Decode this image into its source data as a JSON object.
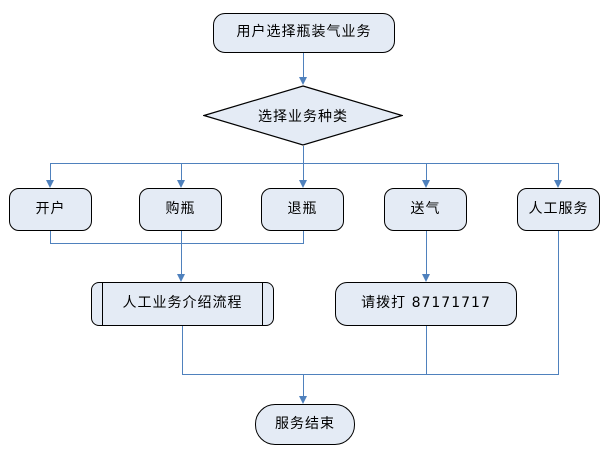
{
  "flowchart": {
    "colors": {
      "background": "#ffffff",
      "node_fill": "#e4ebf5",
      "node_border": "#000000",
      "connector": "#4f81bd",
      "text": "#000000"
    },
    "nodes": {
      "start": {
        "label": "用户选择瓶装气业务",
        "shape": "rounded-rectangle"
      },
      "decision": {
        "label": "选择业务种类",
        "shape": "diamond"
      },
      "open_account": {
        "label": "开户",
        "shape": "rounded-rectangle"
      },
      "buy_bottle": {
        "label": "购瓶",
        "shape": "rounded-rectangle"
      },
      "return_bottle": {
        "label": "退瓶",
        "shape": "rounded-rectangle"
      },
      "deliver_gas": {
        "label": "送气",
        "shape": "rounded-rectangle"
      },
      "manual_service": {
        "label": "人工服务",
        "shape": "rounded-rectangle"
      },
      "manual_intro": {
        "label": "人工业务介绍流程",
        "shape": "predefined-process"
      },
      "call_hotline": {
        "label": "请拨打 87171717",
        "shape": "rounded-rectangle"
      },
      "end": {
        "label": "服务结束",
        "shape": "terminator"
      }
    },
    "edges": [
      {
        "from": "start",
        "to": "decision",
        "arrow": true
      },
      {
        "from": "decision",
        "to": "open_account",
        "arrow": true
      },
      {
        "from": "decision",
        "to": "buy_bottle",
        "arrow": true
      },
      {
        "from": "decision",
        "to": "return_bottle",
        "arrow": true
      },
      {
        "from": "decision",
        "to": "deliver_gas",
        "arrow": true
      },
      {
        "from": "decision",
        "to": "manual_service",
        "arrow": true
      },
      {
        "from": "open_account",
        "to": "manual_intro",
        "arrow": true
      },
      {
        "from": "buy_bottle",
        "to": "manual_intro",
        "arrow": true
      },
      {
        "from": "return_bottle",
        "to": "manual_intro",
        "arrow": true
      },
      {
        "from": "deliver_gas",
        "to": "call_hotline",
        "arrow": true
      },
      {
        "from": "manual_intro",
        "to": "end",
        "arrow": true
      },
      {
        "from": "call_hotline",
        "to": "end",
        "arrow": true
      },
      {
        "from": "manual_service",
        "to": "end",
        "arrow": true
      }
    ]
  }
}
